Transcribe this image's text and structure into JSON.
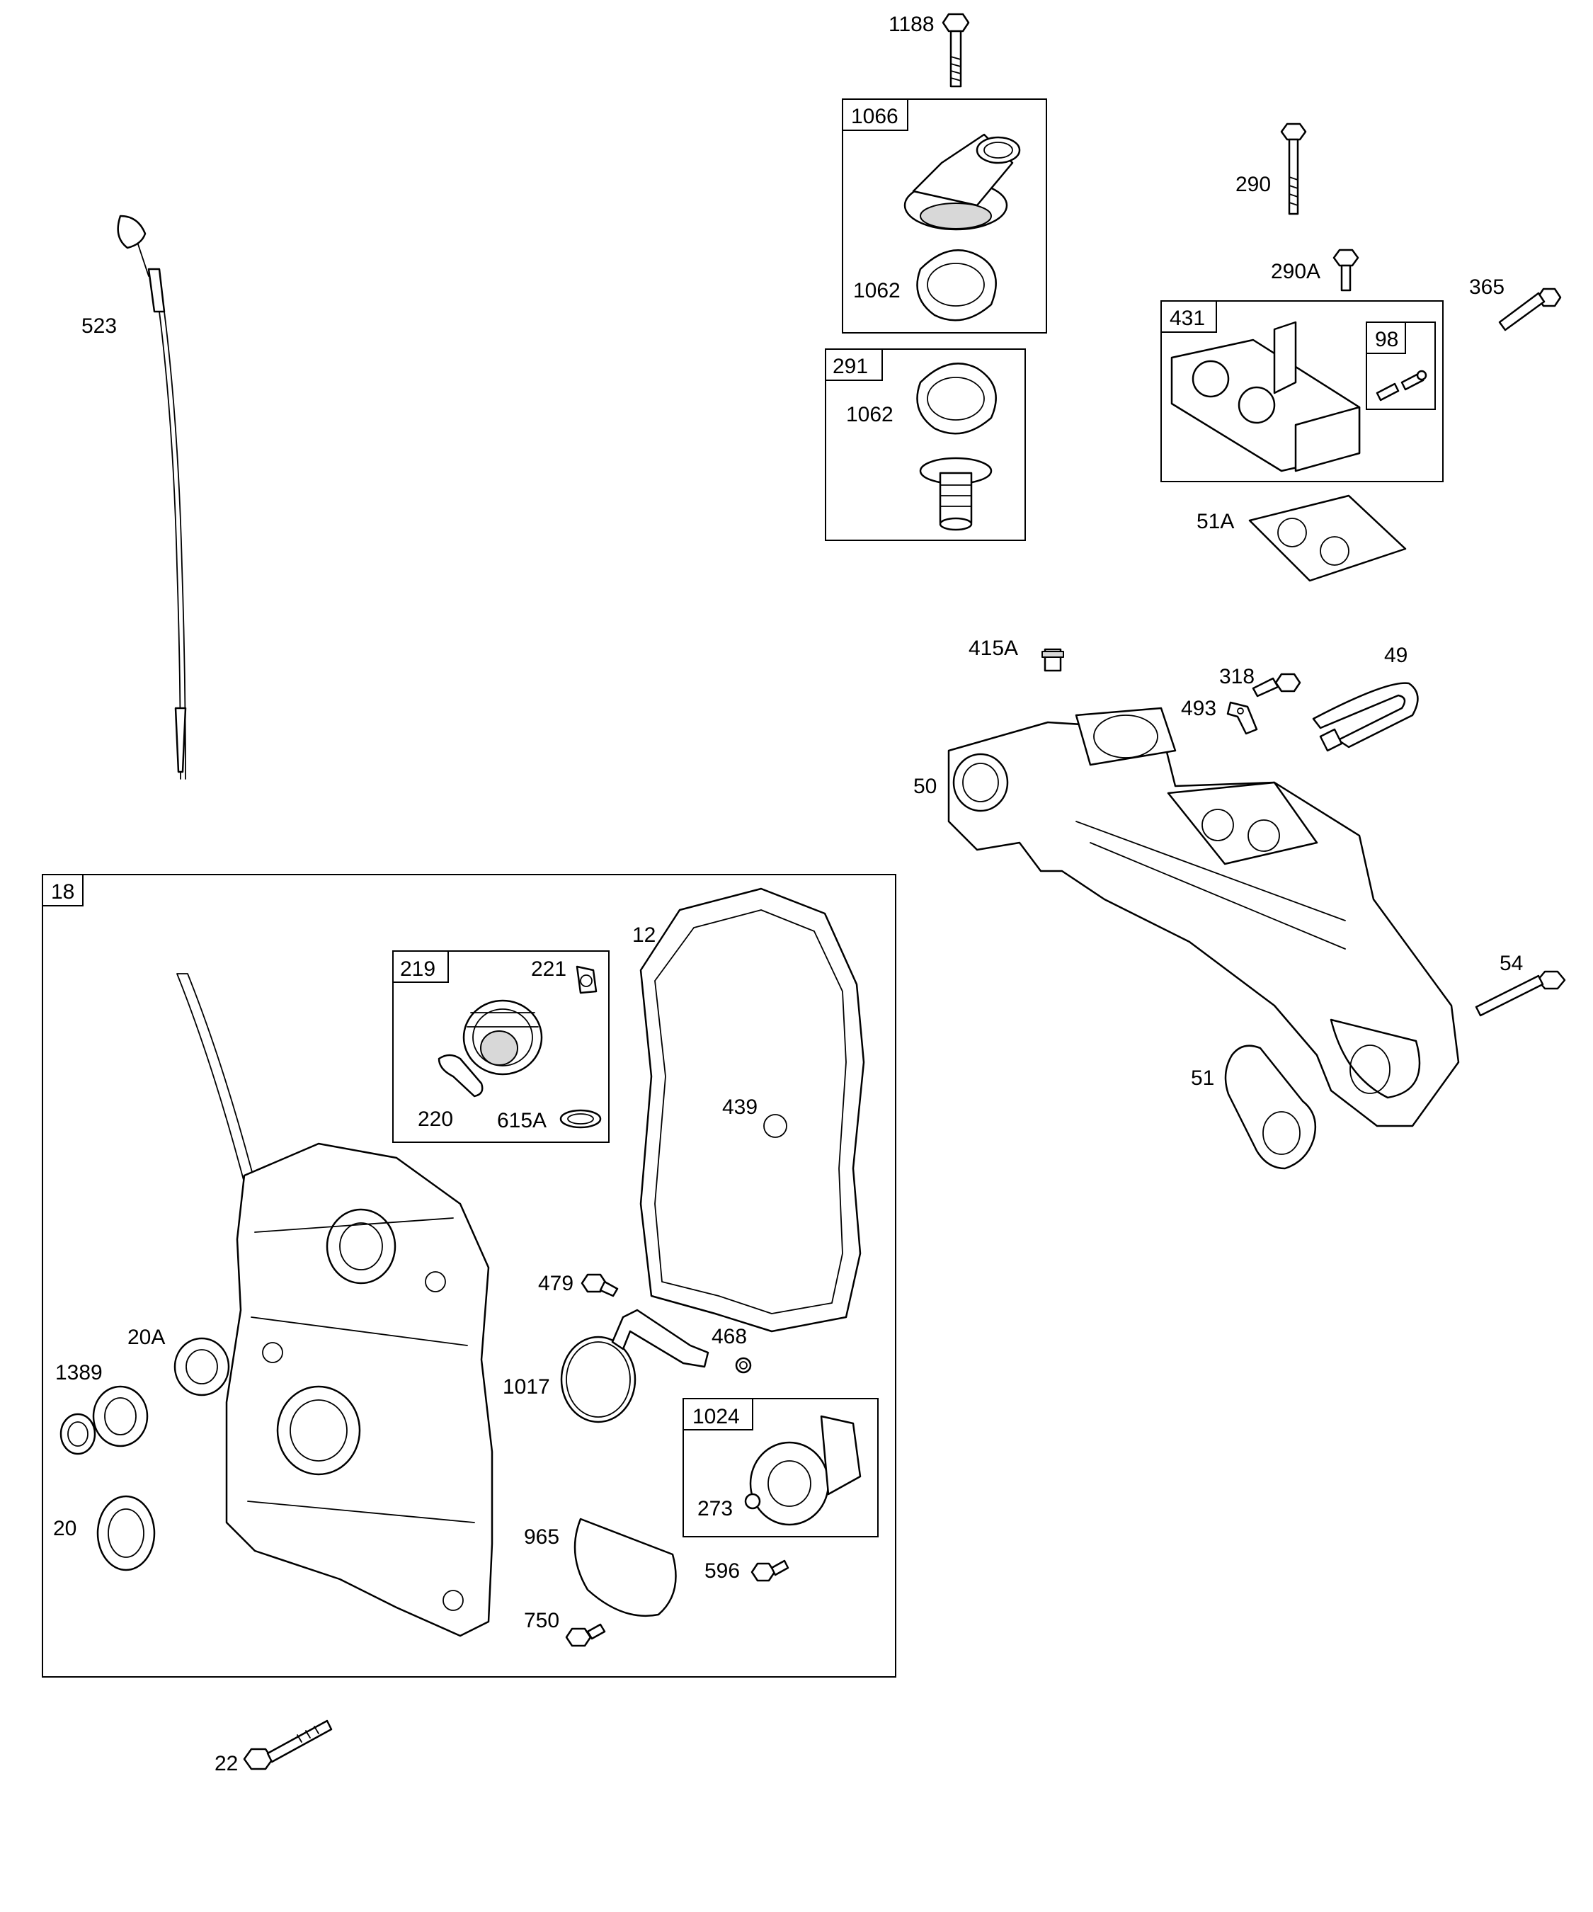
{
  "diagram": {
    "callouts": {
      "c1188": "1188",
      "c1066": "1066",
      "c1062a": "1062",
      "c291": "291",
      "c1062b": "1062",
      "c290": "290",
      "c290A": "290A",
      "c365": "365",
      "c431": "431",
      "c98": "98",
      "c51A": "51A",
      "c523": "523",
      "c415A": "415A",
      "c49": "49",
      "c318": "318",
      "c493": "493",
      "c50": "50",
      "c54": "54",
      "c51": "51",
      "c18": "18",
      "c12": "12",
      "c219": "219",
      "c221": "221",
      "c220": "220",
      "c615A": "615A",
      "c439": "439",
      "c479": "479",
      "c20A": "20A",
      "c1389": "1389",
      "c468": "468",
      "c1017": "1017",
      "c1024": "1024",
      "c273": "273",
      "c20": "20",
      "c965": "965",
      "c596": "596",
      "c750": "750",
      "c22": "22"
    }
  }
}
